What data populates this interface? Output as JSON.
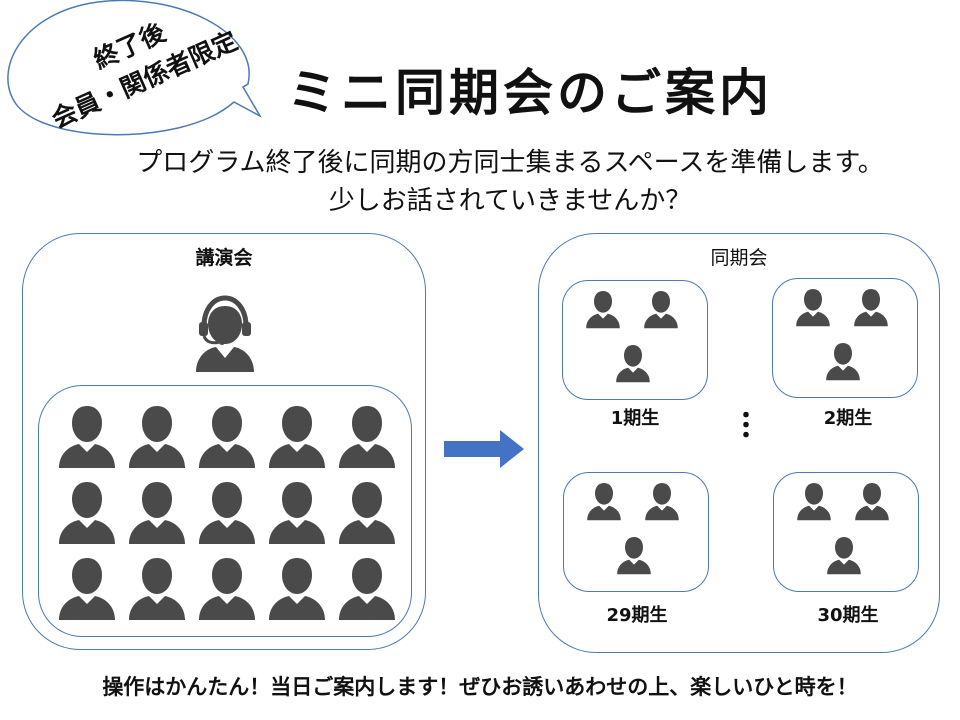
{
  "badge": {
    "line1": "終了後",
    "line2": "会員・関係者限定"
  },
  "title": "ミニ同期会のご案内",
  "subtitle": {
    "line1": "プログラム終了後に同期の方同士集まるスペースを準備します。",
    "line2": "少しお話されていきませんか？"
  },
  "lecture": {
    "label": "講演会",
    "speaker_icon": "headset-person-icon",
    "attendee_icon": "person-icon",
    "attendee_count": 15
  },
  "reunion": {
    "label": "同期会",
    "groups": [
      {
        "label": "1期生"
      },
      {
        "label": "2期生"
      },
      {
        "label": "29期生"
      },
      {
        "label": "30期生"
      }
    ],
    "ellipsis": "・\n・\n・"
  },
  "arrow_icon": "right-arrow-icon",
  "footer": "操作はかんたん！当日ご案内します！ぜひお誘いあわせの上、楽しいひと時を！",
  "colors": {
    "border": "#4d79b3",
    "arrow": "#4472c4",
    "icon": "#4a4a4a"
  }
}
